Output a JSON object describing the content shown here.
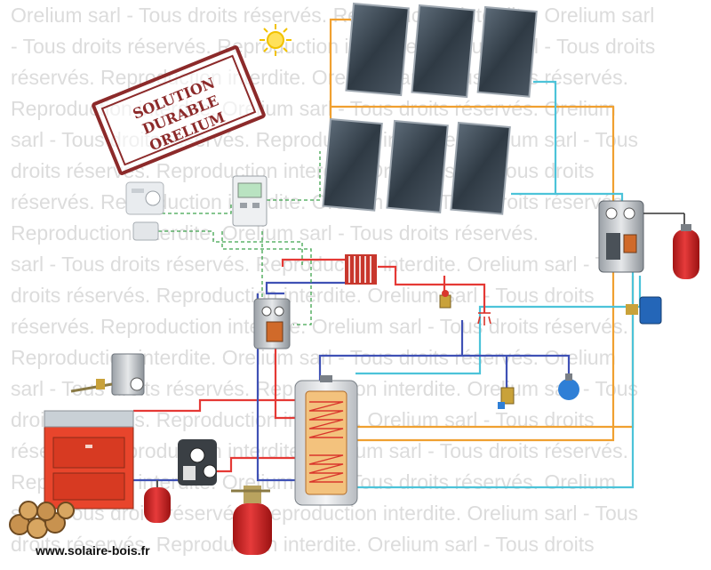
{
  "watermark": {
    "lines": [
      "Orelium sarl - Tous droits réservés. Reproduction interdite.    Orelium sarl",
      "- Tous droits réservés. Reproduction interdite.    Orelium sarl - Tous droits",
      "réservés. Reproduction interdite.    Orelium sarl - Tous droits réservés.",
      "Reproduction interdite.    Orelium sarl - Tous droits réservés.    Orelium",
      "sarl - Tous droits réservés. Reproduction interdite.    Orelium sarl - Tous",
      "droits réservés. Reproduction interdite.    Orelium sarl - Tous droits",
      "réservés. Reproduction interdite.    Orelium sarl - Tous droits réservés.",
      "Reproduction interdite.    Orelium sarl - Tous droits réservés.",
      "sarl - Tous droits réservés. Reproduction interdite.    Orelium sarl - Tous",
      "droits réservés. Reproduction interdite.    Orelium sarl - Tous droits",
      "réservés. Reproduction interdite.    Orelium sarl - Tous droits réservés.",
      "Reproduction interdite.    Orelium sarl - Tous droits réservés.    Orelium",
      "sarl - Tous droits réservés. Reproduction interdite.    Orelium sarl - Tous",
      "droits réservés. Reproduction interdite.    Orelium sarl - Tous droits",
      "réservés. Reproduction interdite.    Orelium sarl - Tous droits réservés.",
      "Reproduction interdite.    Orelium sarl - Tous droits réservés.    Orelium",
      "sarl - Tous droits réservés. Reproduction interdite.    Orelium sarl - Tous",
      "droits réservés. Reproduction interdite.    Orelium sarl - Tous droits"
    ]
  },
  "stamp": {
    "line1": "SOLUTION DURABLE",
    "line2": "ORELIUM"
  },
  "website": "www.solaire-bois.fr",
  "colors": {
    "hot_pipe": "#e53935",
    "cold_pipe": "#3f51b5",
    "solar_flow_pipe": "#f0a030",
    "solar_return_pipe": "#4cc3d9",
    "control_wire": "#3fa34d",
    "stamp": "#8c2a2a",
    "collector": "#3c4650",
    "expansion_vessel": "#d62828",
    "boiler": "#e8452c"
  },
  "icons": [
    "sun-icon",
    "firewood-icon",
    "valve-icon",
    "pump-icon",
    "thermostat-icon",
    "controller-icon"
  ]
}
